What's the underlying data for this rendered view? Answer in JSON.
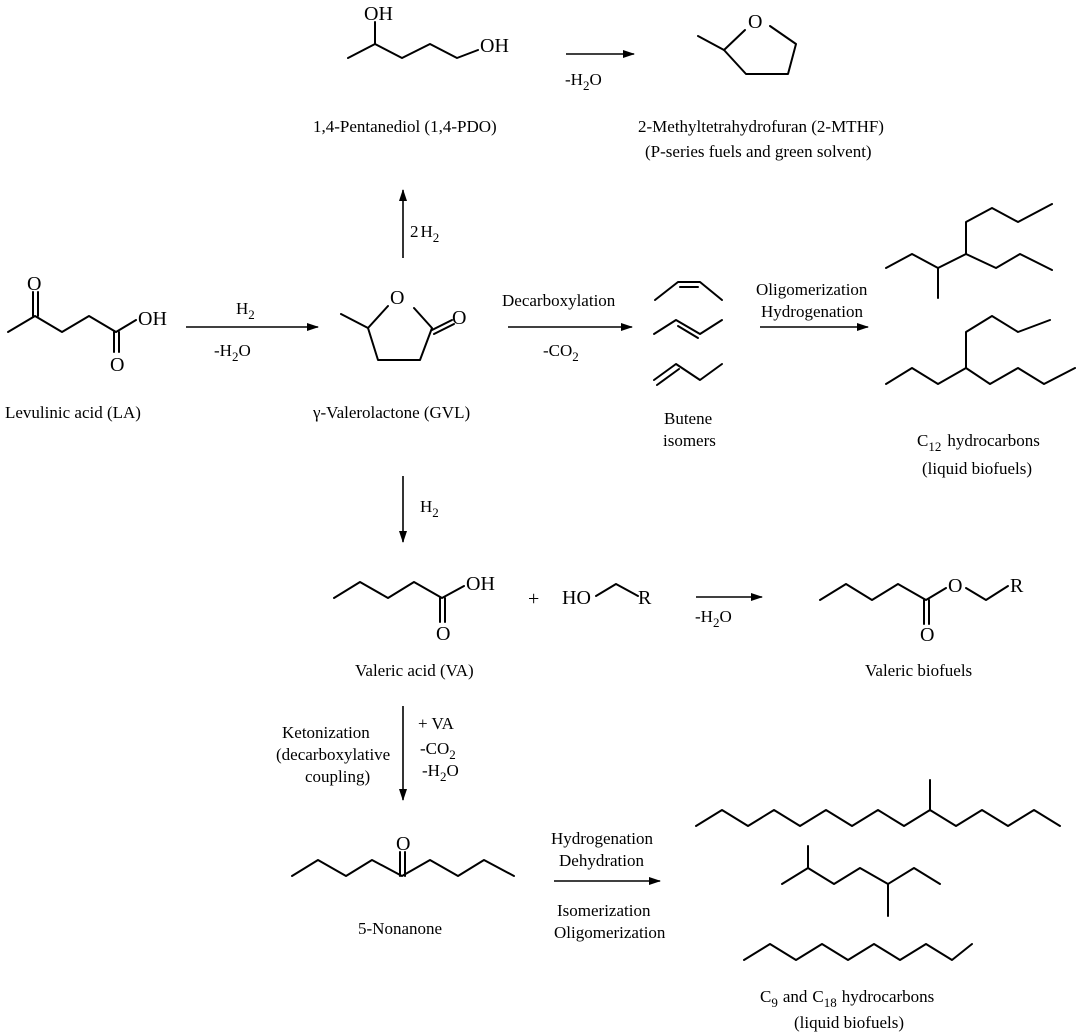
{
  "compounds": {
    "pdo": "1,4-Pentanediol (1,4-PDO)",
    "mthf": "2-Methyltetrahydrofuran (2-MTHF)",
    "mthf_use": "(P-series fuels and green solvent)",
    "la": "Levulinic acid (LA)",
    "gvl": "γ-Valerolactone (GVL)",
    "butene_1": "Butene",
    "butene_2": "isomers",
    "c12_unit": "hydrocarbons",
    "c12_use": "(liquid biofuels)",
    "va": "Valeric acid (VA)",
    "valeric_biofuels": "Valeric biofuels",
    "nonanone": "5-Nonanone",
    "c9c18_and": "and",
    "c9c18_unit": "hydrocarbons",
    "c9c18_use": "(liquid biofuels)"
  },
  "conditions": {
    "pdo_to_mthf": "H2O",
    "gvl_to_pdo_coef": "2",
    "la_to_gvl_top": "H2",
    "la_to_gvl_bottom": "H2O",
    "decarboxylation": "Decarboxylation",
    "co2": "CO2",
    "oligomerization": "Oligomerization",
    "hydrogenation": "Hydrogenation",
    "gvl_to_va": "H2",
    "esterification": "H2O",
    "ketonization_1": "Ketonization",
    "ketonization_2": "(decarboxylative",
    "ketonization_3": "coupling)",
    "plus_va": "+ VA",
    "ket_co2": "CO2",
    "ket_h2o": "H2O",
    "hydrogenation_2": "Hydrogenation",
    "dehydration": "Dehydration",
    "isomerization": "Isomerization",
    "oligomerization_2": "Oligomerization"
  },
  "atoms": {
    "oh": "OH",
    "o": "O",
    "ho": "HO",
    "r": "R",
    "plus": "+",
    "h": "H",
    "c": "C",
    "c12": "12",
    "c9": "9",
    "c18": "18",
    "two": "2",
    "minus": "-"
  }
}
